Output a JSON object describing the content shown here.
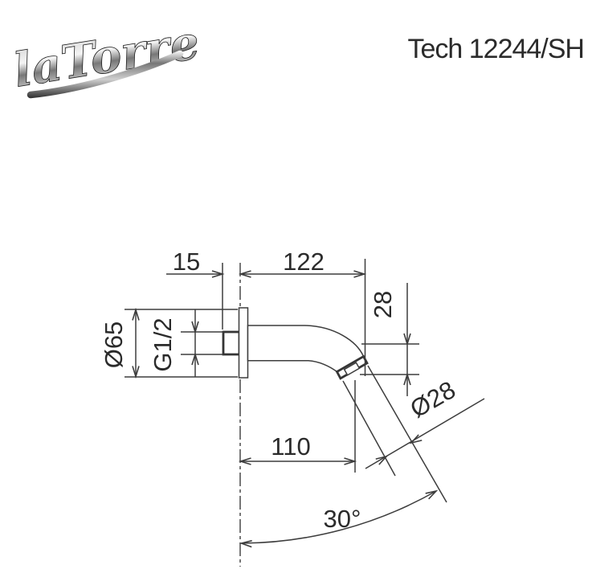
{
  "header": {
    "brand": "laTorre",
    "model": "Tech 12244/SH"
  },
  "drawing": {
    "labels": {
      "wall_offset": "15",
      "spout_length": "122",
      "tip_drop": "28",
      "plate_diameter": "Ø65",
      "thread_size": "G1/2",
      "spout_diameter": "Ø28",
      "reach": "110",
      "angle": "30°"
    },
    "colors": {
      "line": "#3d3d3d",
      "text": "#2b2b2b",
      "chrome_light": "#f0f0f0",
      "chrome_dark": "#1b1b1b"
    }
  }
}
